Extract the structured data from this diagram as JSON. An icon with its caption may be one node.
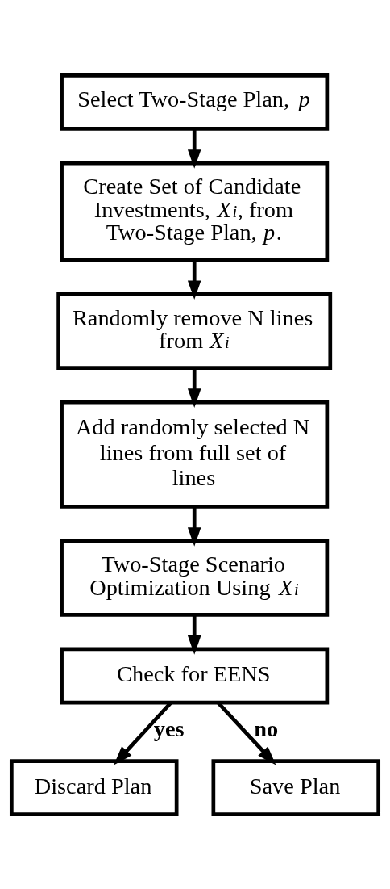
{
  "diagram": {
    "nodes": [
      {
        "text": [
          "Select Two-Stage Plan, *p*"
        ]
      },
      {
        "text": [
          "Create Set of Candidate Investments, *X*$_{i}$, from Two-Stage Plan, *p*."
        ]
      },
      {
        "text": [
          "Randomly remove N lines from *X*$_{i}$"
        ]
      },
      {
        "text": [
          "Add randomly selected N lines from full set of lines"
        ]
      },
      {
        "text": [
          "Two-Stage Scenario Optimization Using *X*$_{i}$"
        ]
      },
      {
        "text": [
          "Check for EENS"
        ]
      },
      {
        "text": [
          "Discard Plan"
        ]
      },
      {
        "text": [
          "Save Plan"
        ]
      }
    ],
    "edges": [
      {
        "from": 0,
        "to": 1,
        "arrow": "to"
      },
      {
        "from": 1,
        "to": 2,
        "arrow": "to"
      },
      {
        "from": 2,
        "to": 3,
        "arrow": "to"
      },
      {
        "from": 3,
        "to": 4,
        "arrow": "to"
      },
      {
        "from": 4,
        "to": 5,
        "arrow": "to"
      },
      {
        "from": 5,
        "to": 6,
        "label": "yes",
        "arrow": "to"
      },
      {
        "from": 5,
        "to": 7,
        "label": "no",
        "arrow": "to"
      }
    ]
  }
}
